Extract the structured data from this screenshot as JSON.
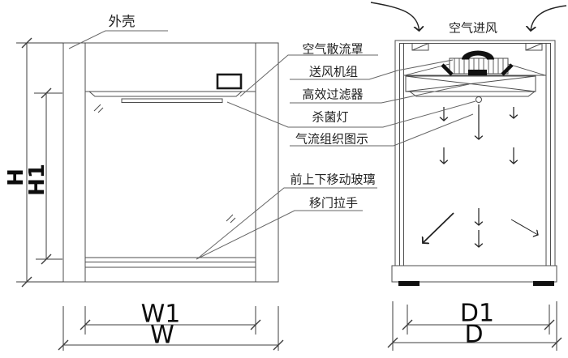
{
  "drawing": {
    "front_view": {
      "shell_label": "外壳",
      "dim_h": "H",
      "dim_h1": "H1",
      "dim_w": "W",
      "dim_w1": "W1"
    },
    "side_view": {
      "air_inlet_label": "空气进风",
      "dim_d": "D",
      "dim_d1": "D1"
    },
    "part_labels": {
      "air_diffuser": "空气散流罩",
      "fan_unit": "送风机组",
      "hepa_filter": "高效过滤器",
      "uv_lamp": "杀菌灯",
      "airflow_pattern": "气流组织图示",
      "moving_glass": "前上下移动玻璃",
      "door_handle": "移门拉手"
    },
    "line_color": "#4d4d4d"
  }
}
